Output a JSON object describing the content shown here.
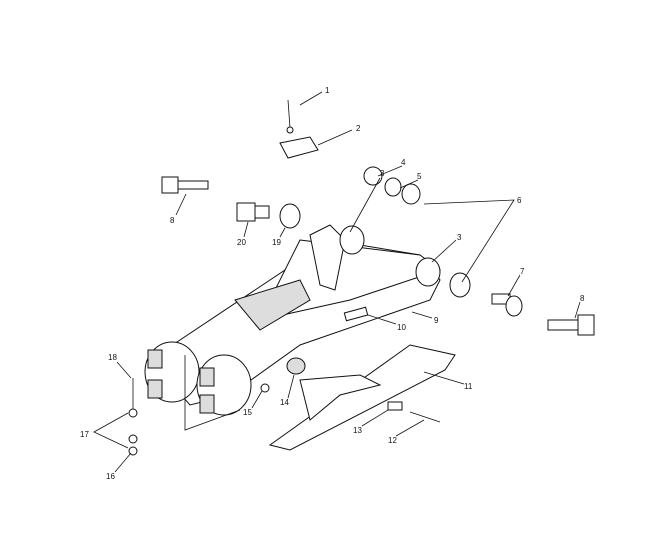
{
  "callouts": [
    "1",
    "2",
    "3",
    "4",
    "5",
    "6",
    "3",
    "7",
    "8",
    "8",
    "20",
    "19",
    "10",
    "9",
    "11",
    "18",
    "17",
    "16",
    "15",
    "14",
    "13",
    "12"
  ]
}
